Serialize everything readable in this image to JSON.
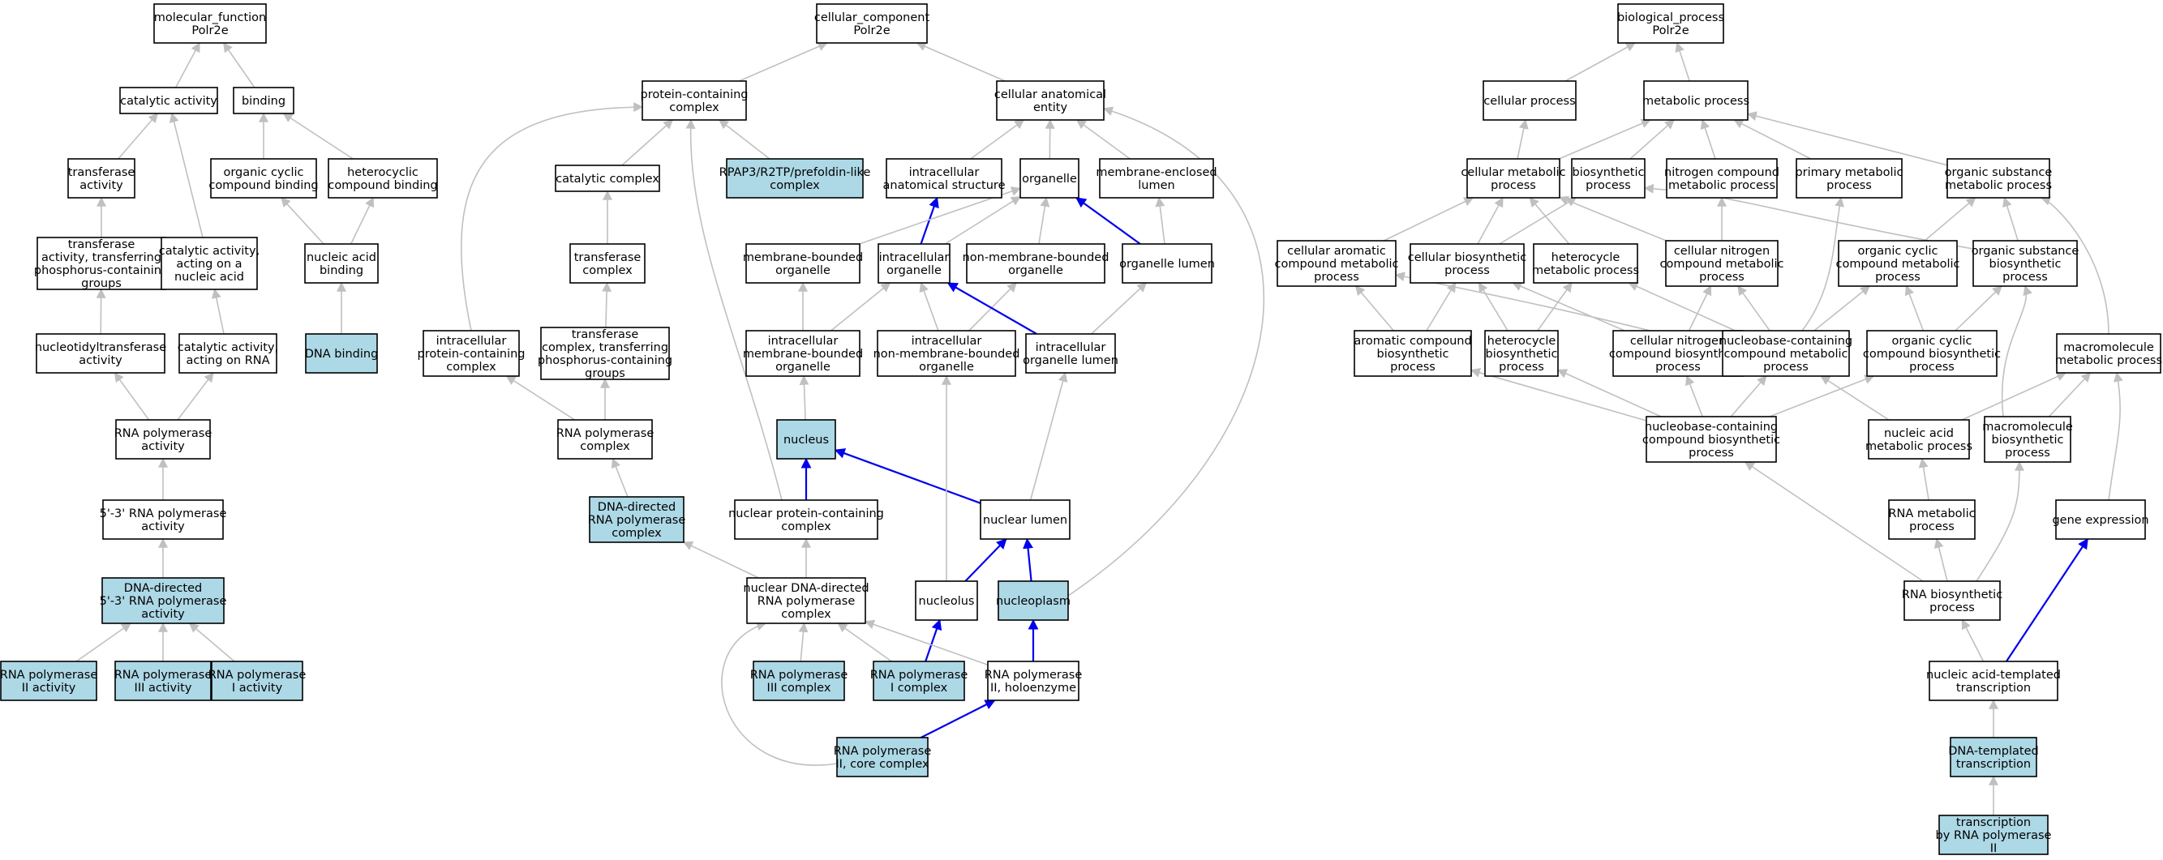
{
  "colors": {
    "highlight": "#add8e6",
    "plain": "#ffffff",
    "edge_gray": "#c0c0c0",
    "edge_blue": "#0000ee"
  },
  "nodes": {
    "mf_root": [
      "molecular_function",
      "Polr2e"
    ],
    "catalytic": [
      "catalytic activity"
    ],
    "binding": [
      "binding"
    ],
    "transferase_act": [
      "transferase",
      "activity"
    ],
    "org_cyclic_bind": [
      "organic cyclic",
      "compound binding"
    ],
    "hetero_bind": [
      "heterocyclic",
      "compound binding"
    ],
    "transf_phos": [
      "transferase",
      "activity, transferring",
      "phosphorus-containing",
      "groups"
    ],
    "cat_nucleic": [
      "catalytic activity,",
      "acting on a",
      "nucleic acid"
    ],
    "nucleic_bind": [
      "nucleic acid",
      "binding"
    ],
    "nucleotidyl": [
      "nucleotidyltransferase",
      "activity"
    ],
    "cat_rna": [
      "catalytic activity,",
      "acting on RNA"
    ],
    "dna_binding": [
      "DNA binding"
    ],
    "rnapol_act": [
      "RNA polymerase",
      "activity"
    ],
    "rna53": [
      "5'-3' RNA polymerase",
      "activity"
    ],
    "dna53": [
      "DNA-directed",
      "5'-3' RNA polymerase",
      "activity"
    ],
    "pol2_act": [
      "RNA polymerase",
      "II activity"
    ],
    "pol3_act": [
      "RNA polymerase",
      "III activity"
    ],
    "pol1_act": [
      "RNA polymerase",
      "I activity"
    ],
    "cc_root": [
      "cellular_component",
      "Polr2e"
    ],
    "protein_complex": [
      "protein-containing",
      "complex"
    ],
    "cell_anat": [
      "cellular anatomical",
      "entity"
    ],
    "catalytic_complex": [
      "catalytic complex"
    ],
    "rpap3": [
      "RPAP3/R2TP/prefoldin-like",
      "complex"
    ],
    "intra_anat": [
      "intracellular",
      "anatomical structure"
    ],
    "organelle": [
      "organelle"
    ],
    "mem_lumen": [
      "membrane-enclosed",
      "lumen"
    ],
    "transferase_complex": [
      "transferase",
      "complex"
    ],
    "mem_org": [
      "membrane-bounded",
      "organelle"
    ],
    "intra_org": [
      "intracellular",
      "organelle"
    ],
    "nonmem_org": [
      "non-membrane-bounded",
      "organelle"
    ],
    "org_lumen": [
      "organelle lumen"
    ],
    "intra_prot_complex": [
      "intracellular",
      "protein-containing",
      "complex"
    ],
    "transf_complex_phos": [
      "transferase",
      "complex, transferring",
      "phosphorus-containing",
      "groups"
    ],
    "intra_mem_org": [
      "intracellular",
      "membrane-bounded",
      "organelle"
    ],
    "intra_nonmem_org": [
      "intracellular",
      "non-membrane-bounded",
      "organelle"
    ],
    "intra_org_lumen": [
      "intracellular",
      "organelle lumen"
    ],
    "rnapol_complex": [
      "RNA polymerase",
      "complex"
    ],
    "nucleus": [
      "nucleus"
    ],
    "dna_rnapol_complex": [
      "DNA-directed",
      "RNA polymerase",
      "complex"
    ],
    "nuc_prot_complex": [
      "nuclear protein-containing",
      "complex"
    ],
    "nuclear_lumen": [
      "nuclear lumen"
    ],
    "nuc_dna_rnapol": [
      "nuclear DNA-directed",
      "RNA polymerase",
      "complex"
    ],
    "nucleolus": [
      "nucleolus"
    ],
    "nucleoplasm": [
      "nucleoplasm"
    ],
    "pol3_complex": [
      "RNA polymerase",
      "III complex"
    ],
    "pol1_complex": [
      "RNA polymerase",
      "I complex"
    ],
    "pol2_holo": [
      "RNA polymerase",
      "II, holoenzyme"
    ],
    "pol2_core": [
      "RNA polymerase",
      "II, core complex"
    ],
    "bp_root": [
      "biological_process",
      "Polr2e"
    ],
    "cell_proc": [
      "cellular process"
    ],
    "met_proc": [
      "metabolic process"
    ],
    "cell_met": [
      "cellular metabolic",
      "process"
    ],
    "biosynth": [
      "biosynthetic",
      "process"
    ],
    "nitro_met": [
      "nitrogen compound",
      "metabolic process"
    ],
    "prim_met": [
      "primary metabolic",
      "process"
    ],
    "org_sub_met": [
      "organic substance",
      "metabolic process"
    ],
    "cell_arom_met": [
      "cellular aromatic",
      "compound metabolic",
      "process"
    ],
    "cell_biosynth": [
      "cellular biosynthetic",
      "process"
    ],
    "hetero_met": [
      "heterocycle",
      "metabolic process"
    ],
    "cell_nitro_met": [
      "cellular nitrogen",
      "compound metabolic",
      "process"
    ],
    "org_cyc_met": [
      "organic cyclic",
      "compound metabolic",
      "process"
    ],
    "org_sub_bio": [
      "organic substance",
      "biosynthetic",
      "process"
    ],
    "arom_bio": [
      "aromatic compound",
      "biosynthetic",
      "process"
    ],
    "hetero_bio": [
      "heterocycle",
      "biosynthetic",
      "process"
    ],
    "cell_nitro_bio": [
      "cellular nitrogen",
      "compound biosynthetic",
      "process"
    ],
    "nucbase_met": [
      "nucleobase-containing",
      "compound metabolic",
      "process"
    ],
    "org_cyc_bio": [
      "organic cyclic",
      "compound biosynthetic",
      "process"
    ],
    "macro_met": [
      "macromolecule",
      "metabolic process"
    ],
    "nucbase_bio": [
      "nucleobase-containing",
      "compound biosynthetic",
      "process"
    ],
    "nucacid_met": [
      "nucleic acid",
      "metabolic process"
    ],
    "macro_bio": [
      "macromolecule",
      "biosynthetic",
      "process"
    ],
    "rna_met": [
      "RNA metabolic",
      "process"
    ],
    "gene_expr": [
      "gene expression"
    ],
    "rna_bio": [
      "RNA biosynthetic",
      "process"
    ],
    "na_templ": [
      "nucleic acid-templated",
      "transcription"
    ],
    "dna_templ": [
      "DNA-templated",
      "transcription"
    ],
    "tx_pol2": [
      "transcription",
      "by RNA polymerase",
      "II"
    ]
  },
  "highlighted": [
    "dna_binding",
    "dna53",
    "pol2_act",
    "pol3_act",
    "pol1_act",
    "rpap3",
    "nucleus",
    "dna_rnapol_complex",
    "nucleoplasm",
    "pol3_complex",
    "pol1_complex",
    "pol2_core",
    "dna_templ",
    "tx_pol2"
  ],
  "edges": [
    [
      "catalytic",
      "mf_root",
      "g"
    ],
    [
      "binding",
      "mf_root",
      "g"
    ],
    [
      "transferase_act",
      "catalytic",
      "g"
    ],
    [
      "cat_nucleic",
      "catalytic",
      "g"
    ],
    [
      "org_cyclic_bind",
      "binding",
      "g"
    ],
    [
      "hetero_bind",
      "binding",
      "g"
    ],
    [
      "transf_phos",
      "transferase_act",
      "g"
    ],
    [
      "nucleic_bind",
      "org_cyclic_bind",
      "g"
    ],
    [
      "nucleic_bind",
      "hetero_bind",
      "g"
    ],
    [
      "dna_binding",
      "nucleic_bind",
      "g"
    ],
    [
      "nucleotidyl",
      "transf_phos",
      "g"
    ],
    [
      "cat_rna",
      "cat_nucleic",
      "g"
    ],
    [
      "rnapol_act",
      "nucleotidyl",
      "g"
    ],
    [
      "rnapol_act",
      "cat_rna",
      "g"
    ],
    [
      "rna53",
      "rnapol_act",
      "g"
    ],
    [
      "dna53",
      "rna53",
      "g"
    ],
    [
      "pol2_act",
      "dna53",
      "g"
    ],
    [
      "pol3_act",
      "dna53",
      "g"
    ],
    [
      "pol1_act",
      "dna53",
      "g"
    ],
    [
      "protein_complex",
      "cc_root",
      "g"
    ],
    [
      "cell_anat",
      "cc_root",
      "g"
    ],
    [
      "catalytic_complex",
      "protein_complex",
      "g"
    ],
    [
      "rpap3",
      "protein_complex",
      "g"
    ],
    [
      "intra_prot_complex",
      "protein_complex",
      "g"
    ],
    [
      "nuc_prot_complex",
      "protein_complex",
      "g"
    ],
    [
      "intra_anat",
      "cell_anat",
      "g"
    ],
    [
      "organelle",
      "cell_anat",
      "g"
    ],
    [
      "mem_lumen",
      "cell_anat",
      "g"
    ],
    [
      "nucleoplasm",
      "cell_anat",
      "g"
    ],
    [
      "transferase_complex",
      "catalytic_complex",
      "g"
    ],
    [
      "transf_complex_phos",
      "transferase_complex",
      "g"
    ],
    [
      "rnapol_complex",
      "intra_prot_complex",
      "g"
    ],
    [
      "rnapol_complex",
      "transf_complex_phos",
      "g"
    ],
    [
      "dna_rnapol_complex",
      "rnapol_complex",
      "g"
    ],
    [
      "intra_org",
      "intra_anat",
      "b"
    ],
    [
      "intra_org",
      "organelle",
      "g"
    ],
    [
      "mem_org",
      "organelle",
      "g"
    ],
    [
      "nonmem_org",
      "organelle",
      "g"
    ],
    [
      "org_lumen",
      "organelle",
      "b"
    ],
    [
      "org_lumen",
      "mem_lumen",
      "g"
    ],
    [
      "intra_mem_org",
      "mem_org",
      "g"
    ],
    [
      "intra_mem_org",
      "intra_org",
      "g"
    ],
    [
      "intra_nonmem_org",
      "intra_org",
      "g"
    ],
    [
      "intra_nonmem_org",
      "nonmem_org",
      "g"
    ],
    [
      "intra_org_lumen",
      "intra_org",
      "b"
    ],
    [
      "intra_org_lumen",
      "org_lumen",
      "g"
    ],
    [
      "nucleus",
      "intra_mem_org",
      "g"
    ],
    [
      "nuc_prot_complex",
      "nucleus",
      "b"
    ],
    [
      "nuclear_lumen",
      "nucleus",
      "b"
    ],
    [
      "nuclear_lumen",
      "intra_org_lumen",
      "g"
    ],
    [
      "nucleolus",
      "intra_nonmem_org",
      "g"
    ],
    [
      "nucleolus",
      "nuclear_lumen",
      "b"
    ],
    [
      "nucleoplasm",
      "nuclear_lumen",
      "b"
    ],
    [
      "nuc_dna_rnapol",
      "dna_rnapol_complex",
      "g"
    ],
    [
      "nuc_dna_rnapol",
      "nuc_prot_complex",
      "g"
    ],
    [
      "pol3_complex",
      "nuc_dna_rnapol",
      "g"
    ],
    [
      "pol1_complex",
      "nuc_dna_rnapol",
      "g"
    ],
    [
      "pol1_complex",
      "nucleolus",
      "b"
    ],
    [
      "pol2_holo",
      "nuc_dna_rnapol",
      "g"
    ],
    [
      "pol2_holo",
      "nucleoplasm",
      "b"
    ],
    [
      "pol2_core",
      "nuc_dna_rnapol",
      "g"
    ],
    [
      "pol2_core",
      "pol2_holo",
      "b"
    ],
    [
      "cell_proc",
      "bp_root",
      "g"
    ],
    [
      "met_proc",
      "bp_root",
      "g"
    ],
    [
      "cell_met",
      "cell_proc",
      "g"
    ],
    [
      "cell_met",
      "met_proc",
      "g"
    ],
    [
      "biosynth",
      "met_proc",
      "g"
    ],
    [
      "nitro_met",
      "met_proc",
      "g"
    ],
    [
      "prim_met",
      "met_proc",
      "g"
    ],
    [
      "org_sub_met",
      "met_proc",
      "g"
    ],
    [
      "cell_arom_met",
      "cell_met",
      "g"
    ],
    [
      "cell_biosynth",
      "cell_met",
      "g"
    ],
    [
      "cell_biosynth",
      "biosynth",
      "g"
    ],
    [
      "hetero_met",
      "cell_met",
      "g"
    ],
    [
      "cell_nitro_met",
      "cell_met",
      "g"
    ],
    [
      "cell_nitro_met",
      "nitro_met",
      "g"
    ],
    [
      "org_cyc_met",
      "org_sub_met",
      "g"
    ],
    [
      "org_sub_bio",
      "org_sub_met",
      "g"
    ],
    [
      "org_sub_bio",
      "biosynth",
      "g"
    ],
    [
      "arom_bio",
      "cell_arom_met",
      "g"
    ],
    [
      "arom_bio",
      "cell_biosynth",
      "g"
    ],
    [
      "hetero_bio",
      "cell_biosynth",
      "g"
    ],
    [
      "hetero_bio",
      "hetero_met",
      "g"
    ],
    [
      "cell_nitro_bio",
      "cell_biosynth",
      "g"
    ],
    [
      "cell_nitro_bio",
      "cell_nitro_met",
      "g"
    ],
    [
      "nucbase_met",
      "cell_arom_met",
      "g"
    ],
    [
      "nucbase_met",
      "hetero_met",
      "g"
    ],
    [
      "nucbase_met",
      "cell_nitro_met",
      "g"
    ],
    [
      "nucbase_met",
      "org_cyc_met",
      "g"
    ],
    [
      "nucbase_met",
      "prim_met",
      "g"
    ],
    [
      "org_cyc_bio",
      "org_cyc_met",
      "g"
    ],
    [
      "org_cyc_bio",
      "org_sub_bio",
      "g"
    ],
    [
      "macro_met",
      "org_sub_met",
      "g"
    ],
    [
      "nucbase_bio",
      "arom_bio",
      "g"
    ],
    [
      "nucbase_bio",
      "hetero_bio",
      "g"
    ],
    [
      "nucbase_bio",
      "cell_nitro_bio",
      "g"
    ],
    [
      "nucbase_bio",
      "nucbase_met",
      "g"
    ],
    [
      "nucbase_bio",
      "org_cyc_bio",
      "g"
    ],
    [
      "nucacid_met",
      "nucbase_met",
      "g"
    ],
    [
      "nucacid_met",
      "macro_met",
      "g"
    ],
    [
      "macro_bio",
      "macro_met",
      "g"
    ],
    [
      "macro_bio",
      "org_sub_bio",
      "g"
    ],
    [
      "rna_met",
      "nucacid_met",
      "g"
    ],
    [
      "gene_expr",
      "macro_met",
      "g"
    ],
    [
      "rna_bio",
      "rna_met",
      "g"
    ],
    [
      "rna_bio",
      "macro_bio",
      "g"
    ],
    [
      "rna_bio",
      "nucbase_bio",
      "g"
    ],
    [
      "na_templ",
      "rna_bio",
      "g"
    ],
    [
      "na_templ",
      "gene_expr",
      "b"
    ],
    [
      "dna_templ",
      "na_templ",
      "g"
    ],
    [
      "tx_pol2",
      "dna_templ",
      "g"
    ]
  ]
}
